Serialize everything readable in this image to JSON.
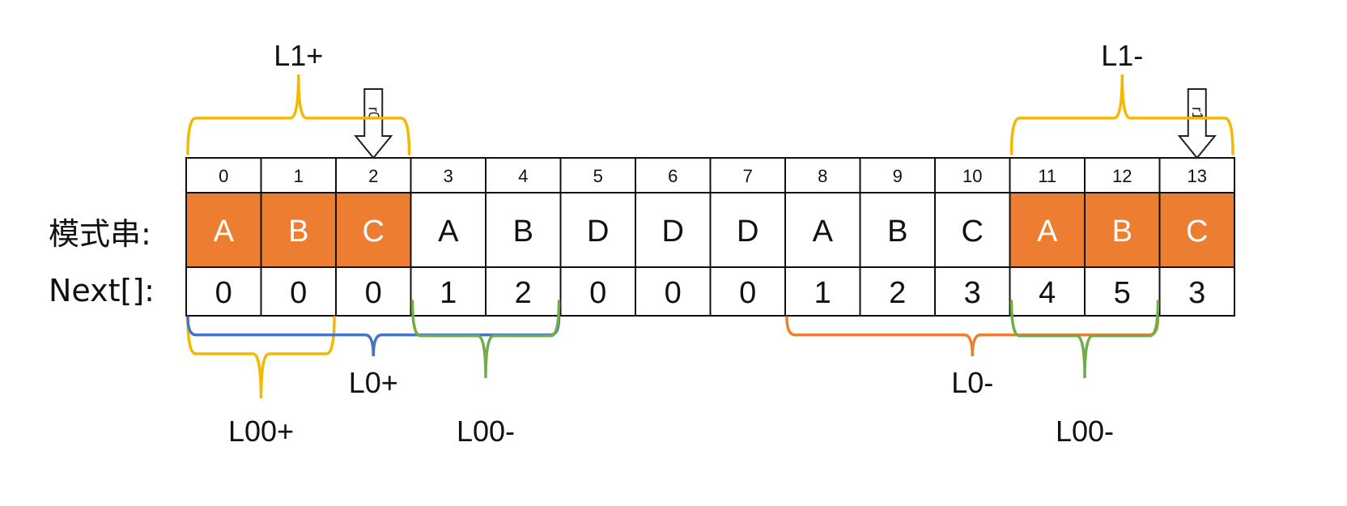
{
  "labels": {
    "pattern": "模式串:",
    "next": "Next[]:"
  },
  "indices": [
    "0",
    "1",
    "2",
    "3",
    "4",
    "5",
    "6",
    "7",
    "8",
    "9",
    "10",
    "11",
    "12",
    "13"
  ],
  "pattern": [
    "A",
    "B",
    "C",
    "A",
    "B",
    "D",
    "D",
    "D",
    "A",
    "B",
    "C",
    "A",
    "B",
    "C"
  ],
  "next_values": [
    "0",
    "0",
    "0",
    "1",
    "2",
    "0",
    "0",
    "0",
    "1",
    "2",
    "3",
    "4",
    "5",
    "3"
  ],
  "highlighted": [
    true,
    true,
    true,
    false,
    false,
    false,
    false,
    false,
    false,
    false,
    false,
    true,
    true,
    true
  ],
  "pointers": [
    {
      "label": "r0",
      "index": 2
    },
    {
      "label": "r1",
      "index": 13
    }
  ],
  "brackets": [
    {
      "label": "L1+",
      "from": 0,
      "to": 2,
      "side": "top",
      "color": "#F5B800"
    },
    {
      "label": "L1-",
      "from": 11,
      "to": 13,
      "side": "top",
      "color": "#F5B800"
    },
    {
      "label": "L00+",
      "from": 0,
      "to": 1,
      "side": "bottom",
      "color": "#F5B800"
    },
    {
      "label": "L0+",
      "from": 0,
      "to": 4,
      "side": "bottom",
      "color": "#4472C4"
    },
    {
      "label": "L00-",
      "from": 3,
      "to": 4,
      "side": "bottom",
      "color": "#70AD47"
    },
    {
      "label": "L0-",
      "from": 8,
      "to": 12,
      "side": "bottom",
      "color": "#ED7D31"
    },
    {
      "label": "L00-",
      "from": 11,
      "to": 12,
      "side": "bottom",
      "color": "#70AD47"
    }
  ],
  "colors": {
    "highlight": "#ED7D31",
    "grid": "#111111",
    "text_on_highlight": "#FFFFFF"
  }
}
